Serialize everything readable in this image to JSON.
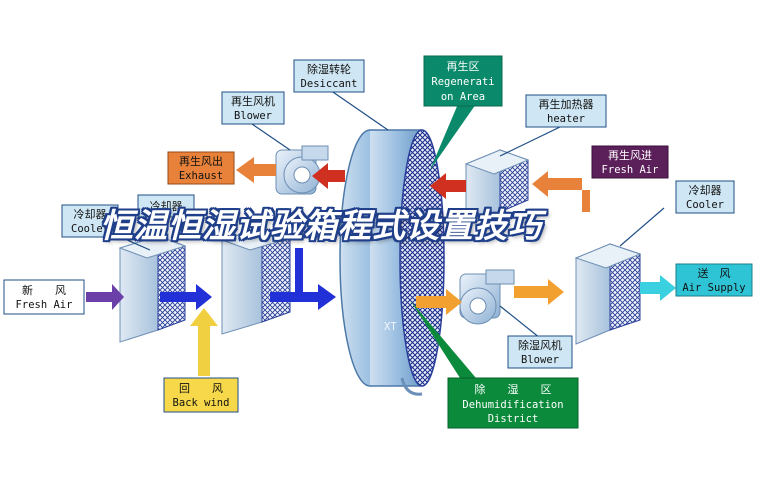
{
  "title": "恒温恒湿试验箱程式设置技巧",
  "labels": {
    "desiccant_cn": "除湿转轮",
    "desiccant_en": "Desiccant",
    "regen_area_cn": "再生区",
    "regen_area_en_1": "Regenerati",
    "regen_area_en_2": "on Area",
    "regen_blower_cn": "再生风机",
    "regen_blower_en": "Blower",
    "regen_heater_cn": "再生加热器",
    "regen_heater_en": "heater",
    "regen_exhaust_cn": "再生风出",
    "regen_exhaust_en": "Exhaust",
    "regen_fresh_cn": "再生风进",
    "regen_fresh_en": "Fresh Air",
    "cooler1_cn": "冷却器",
    "cooler1_en": "Cooler",
    "cooler2_cn": "冷却器",
    "cooler3_cn": "冷却器",
    "cooler3_en": "Cooler",
    "fresh_air_cn": "新　　风",
    "fresh_air_en": "Fresh Air",
    "supply_cn": "送　风",
    "supply_en": "Air Supply",
    "back_wind_cn": "回　　风",
    "back_wind_en": "Back wind",
    "dehum_blower_cn": "除湿风机",
    "dehum_blower_en": "Blower",
    "dehum_district_cn": "除　　湿　　区",
    "dehum_district_en_1": "Dehumidification",
    "dehum_district_en_2": "District",
    "wheel_mark": "XT"
  },
  "colors": {
    "callout_fill": "#cfe7f4",
    "callout_stroke": "#1f4f86",
    "exhaust_fill": "#e8823a",
    "regen_fresh_fill": "#5b1f5a",
    "fresh_air_fill": "#ffffff",
    "supply_fill": "#2ec4d6",
    "back_wind_fill": "#f6d84a",
    "district_fill": "#0a8a3a",
    "blue_arrow": "#2230d8",
    "purple_arrow": "#6a3fa8",
    "red_arrow": "#d03020",
    "orange_arrow": "#f2a030",
    "yellow_arrow": "#f0d040",
    "cyan_arrow": "#3ad0e0"
  }
}
